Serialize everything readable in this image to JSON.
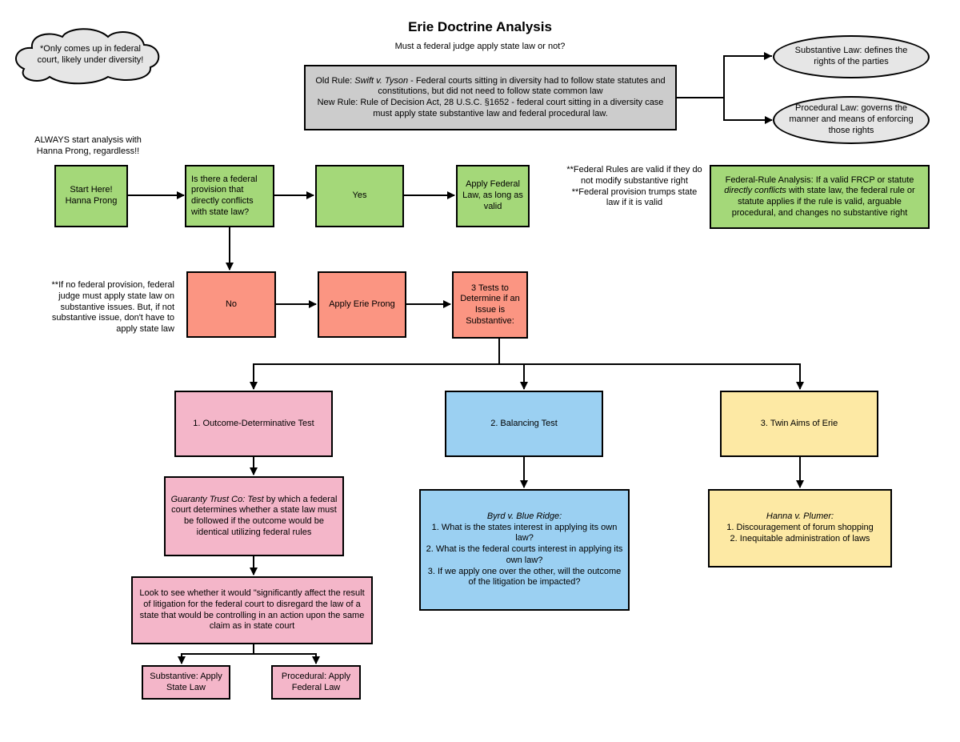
{
  "title": "Erie Doctrine Analysis",
  "subtitle": "Must a federal judge apply state law or not?",
  "cloud_note": "*Only comes up in federal court, likely under diversity!",
  "old_rule": {
    "label": "Old Rule: ",
    "case": "Swift v. Tyson",
    "text": " - Federal courts sitting in diversity had to follow state statutes and constitutions, but did not need to follow state common law"
  },
  "new_rule": "New Rule: Rule of Decision Act, 28 U.S.C. §1652 - federal court sitting in a diversity case must apply state substantive law and federal procedural law.",
  "substantive_law": "Substantive Law: defines the rights of the parties",
  "procedural_law": "Procedural Law: governs the manner and means of enforcing those rights",
  "always_note": "ALWAYS start analysis with Hanna Prong, regardless!!",
  "start": "Start Here! Hanna Prong",
  "question": "Is there a federal provision that directly conflicts with state law?",
  "yes": "Yes",
  "apply_federal": "Apply Federal Law, as long as valid",
  "federal_rules_note": {
    "line1": "**Federal Rules are valid if they do not modify substantive right",
    "line2": "**Federal provision trumps state law if it is valid"
  },
  "federal_rule_analysis": {
    "pre": "Federal-Rule Analysis: If a valid FRCP or statute ",
    "em": "directly conflicts",
    "post": " with state law, the federal rule or statute applies if the rule is valid, arguable procedural, and changes no substantive right"
  },
  "no_provision_note": "**If no federal provision, federal judge must apply state law on substantive issues. But, if not substantive issue, don't have to apply state law",
  "no": "No",
  "apply_erie": "Apply Erie Prong",
  "three_tests": "3 Tests to Determine if an Issue is Substantive:",
  "test1": "1. Outcome-Determinative Test",
  "test2": "2. Balancing Test",
  "test3": "3. Twin Aims of Erie",
  "guaranty": {
    "case": "Guaranty Trust Co: Test",
    "text": " by which a federal court determines whether a state law must be followed if the outcome would be identical utilizing federal rules"
  },
  "look_to_see": "Look to see whether it would \"significantly affect the result of litigation for the federal court to disregard the law of a state that would be controlling in an action upon the same claim as in state court",
  "substantive_apply": "Substantive: Apply State Law",
  "procedural_apply": "Procedural: Apply Federal Law",
  "byrd": {
    "case": "Byrd v. Blue Ridge:",
    "q1": "1. What is the states interest in applying its own law?",
    "q2": "2. What is the federal courts interest in applying its own law?",
    "q3": "3. If we apply one over the other, will the outcome of the litigation be impacted?"
  },
  "hanna": {
    "case": "Hanna v. Plumer:",
    "a1": "1. Discouragement of forum shopping",
    "a2": "2. Inequitable administration of laws"
  },
  "colors": {
    "green": "#a4d879",
    "salmon": "#fb9582",
    "pink": "#f4b6c9",
    "blue": "#9bd0f2",
    "yellow": "#fde9a4",
    "gray": "#cccccc"
  }
}
